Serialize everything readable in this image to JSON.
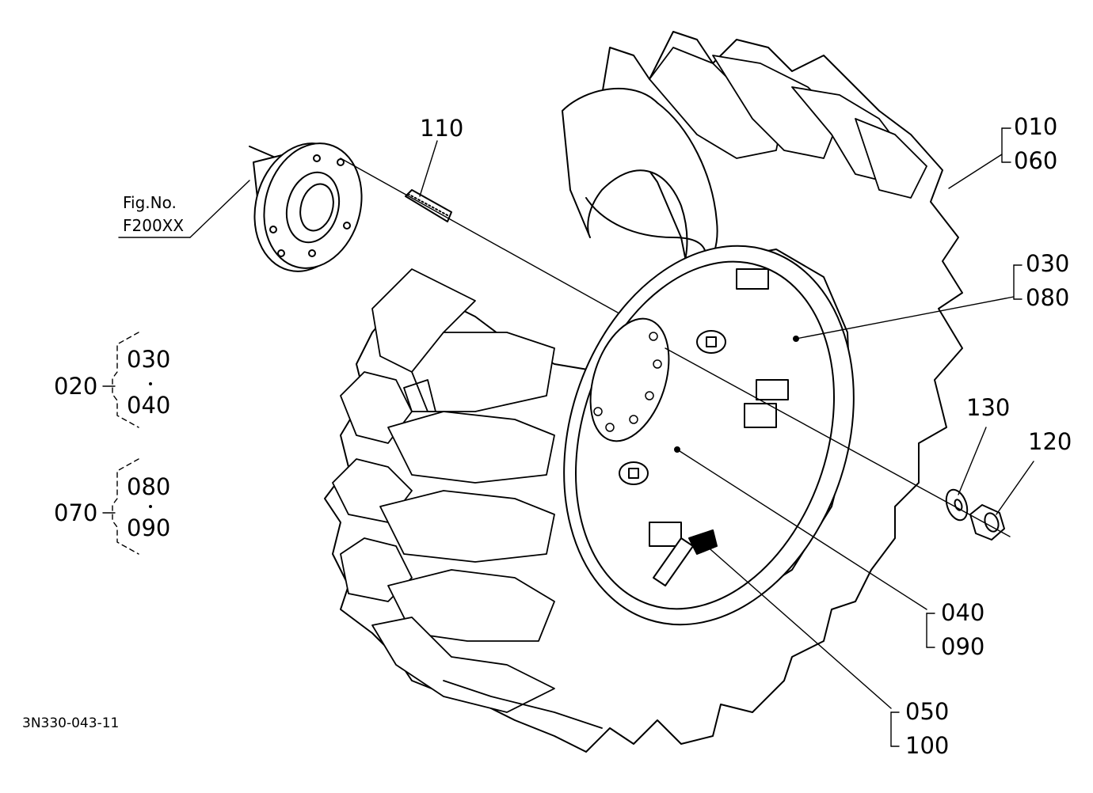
{
  "callouts": {
    "c110": "110",
    "c010": "010",
    "c060": "060",
    "c030": "030",
    "c080": "080",
    "c130": "130",
    "c120": "120",
    "c040": "040",
    "c090": "090",
    "c050": "050",
    "c100": "100"
  },
  "groups": {
    "g020": {
      "label": "020",
      "top": "030",
      "bottom": "040"
    },
    "g070": {
      "label": "070",
      "top": "080",
      "bottom": "090"
    }
  },
  "figref": {
    "line1": "Fig.No.",
    "line2": "F200XX"
  },
  "drawing_code": "3N330-043-11",
  "icons": [
    "tractor-wheel-illustration",
    "wheel-hub-flange",
    "stud-bolt",
    "washer",
    "hex-nut",
    "valve-stem"
  ]
}
